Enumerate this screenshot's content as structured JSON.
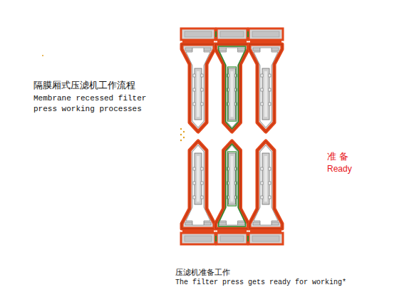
{
  "diagram": {
    "title": "隔膜厢式压滤机工作流程",
    "caption": "压滤机准备工作",
    "labels": [
      "Membrane recessed filter press working processes",
      "准 备",
      "Ready",
      "The filter press gets ready for working*"
    ]
  }
}
